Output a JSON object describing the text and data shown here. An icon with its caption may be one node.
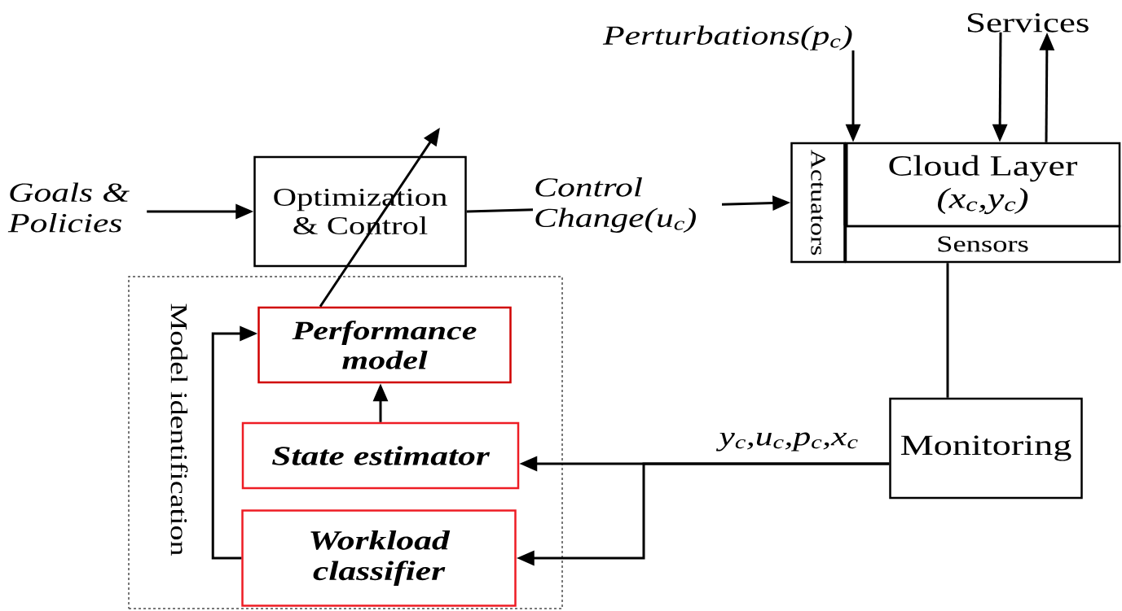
{
  "diagram": {
    "nodes": [
      {
        "text": [
          "Goals & Policies"
        ]
      },
      {
        "text": [
          "Optimization & Control"
        ]
      },
      {
        "text": [
          "Perturbations(p$_{c}$)"
        ]
      },
      {
        "text": [
          "Services"
        ]
      },
      {
        "text": [
          "Actuators"
        ]
      },
      {
        "text": [
          "Cloud Layer",
          "(x$_{c}$,y$_{c}$)"
        ]
      },
      {
        "text": [
          "Sensors"
        ]
      },
      {
        "text": [
          "Monitoring"
        ]
      },
      {
        "text": [
          "Model identification"
        ]
      },
      {
        "text": [
          "Performance model"
        ],
        "in": 8
      },
      {
        "text": [
          "State estimator"
        ],
        "in": 8
      },
      {
        "text": [
          "Workload classifier"
        ],
        "in": 8
      }
    ],
    "edges": [
      {
        "from": 0,
        "to": 1,
        "arrow": "to"
      },
      {
        "from": 1,
        "to": 4,
        "arrow": "to",
        "label": "Control Change(u$_{c}$)"
      },
      {
        "from": 2,
        "to": 5,
        "arrow": "to"
      },
      {
        "from": 3,
        "to": 5,
        "arrow": "to"
      },
      {
        "from": 5,
        "to": 3,
        "arrow": "to"
      },
      {
        "from": 6,
        "to": 7,
        "arrow": "none"
      },
      {
        "from": 7,
        "to": 10,
        "arrow": "to",
        "label": "y$_{c}$,u$_{c}$,p$_{c}$,x$_{c}$"
      },
      {
        "from": 7,
        "to": 11,
        "arrow": "to"
      },
      {
        "from": 10,
        "to": 9,
        "arrow": "to"
      },
      {
        "from": 11,
        "to": 9,
        "arrow": "to"
      },
      {
        "from": 9,
        "to": 1,
        "arrow": "to"
      }
    ]
  }
}
